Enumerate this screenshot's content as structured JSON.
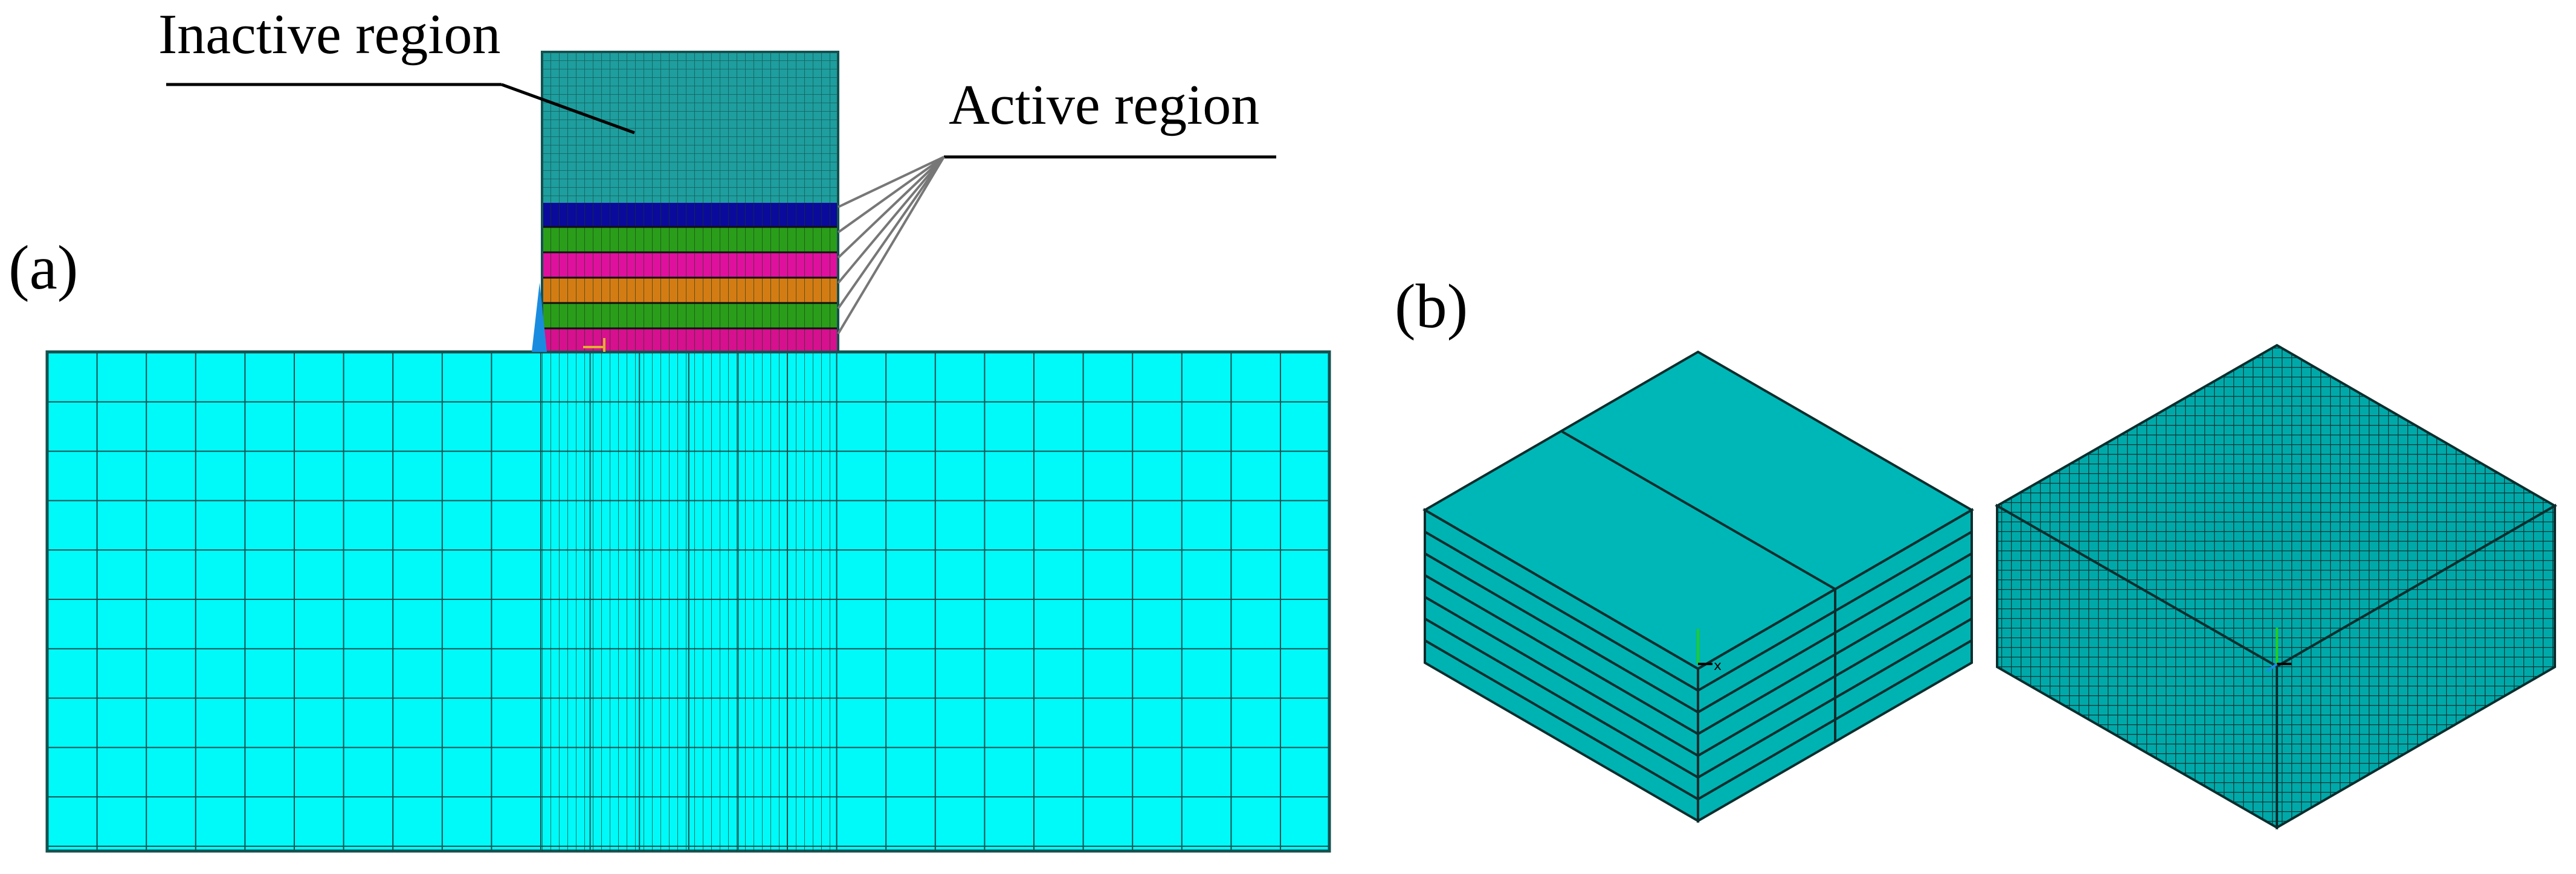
{
  "panel_a": {
    "label": "(a)",
    "inactive_label": "Inactive region",
    "active_label": "Active region",
    "colors": {
      "substrate": "#00f9f9",
      "inactive": "#1e9e9e",
      "mesh_line": "#14514f",
      "layers": [
        "#0a0a9c",
        "#2a9e1a",
        "#e0109e",
        "#d47c14",
        "#2a9e1a",
        "#d6108e"
      ]
    }
  },
  "panel_b": {
    "label": "(b)",
    "colors": {
      "top_face": "#00b7b7",
      "side_face": "#00b3b3",
      "edge": "#0b2d2d",
      "axis_y": "#22cc22",
      "axis_x": "#000000"
    }
  }
}
